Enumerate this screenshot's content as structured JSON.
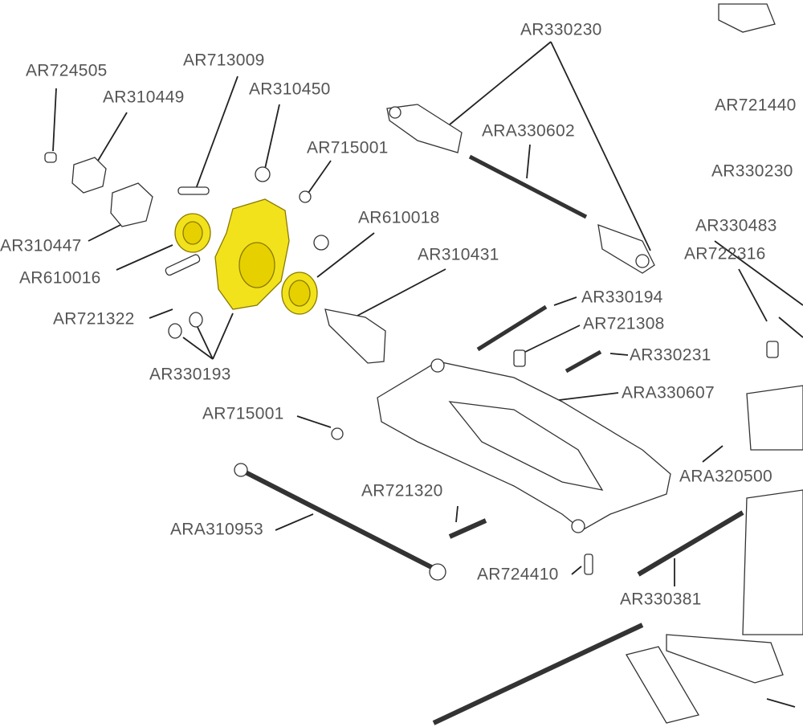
{
  "title": "Rear suspension exploded parts diagram",
  "highlight_color": "#f2e21c",
  "labels": [
    "AR330230",
    "AR724505",
    "AR713009",
    "AR310449",
    "AR310450",
    "AR721440",
    "ARA330602",
    "AR715001",
    "AR330230",
    "AR610018",
    "AR330483",
    "AR310447",
    "AR722316",
    "AR310431",
    "AR610016",
    "AR330194",
    "AR721322",
    "AR721308",
    "AR330231",
    "AR330193",
    "ARA330607",
    "AR715001",
    "ARA320500",
    "AR721320",
    "ARA310953",
    "AR724410",
    "AR330381"
  ]
}
